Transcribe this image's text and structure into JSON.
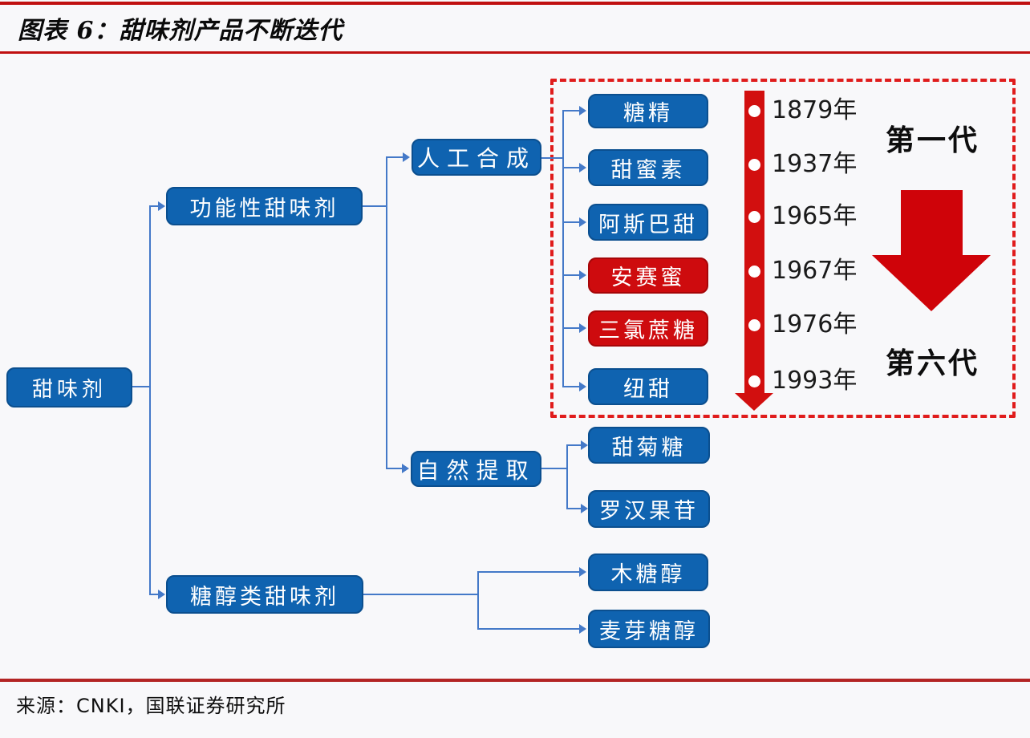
{
  "figure": {
    "title": "图表 6：甜味剂产品不断迭代",
    "source": "来源：CNKI，国联证券研究所"
  },
  "nodes": {
    "root": "甜味剂",
    "functional": "功能性甜味剂",
    "sugar_alcohol": "糖醇类甜味剂",
    "synthetic": "人工合成",
    "natural": "自然提取"
  },
  "synthetic_products": [
    {
      "label": "糖精",
      "year": "1879年",
      "highlight": false
    },
    {
      "label": "甜蜜素",
      "year": "1937年",
      "highlight": false
    },
    {
      "label": "阿斯巴甜",
      "year": "1965年",
      "highlight": false
    },
    {
      "label": "安赛蜜",
      "year": "1967年",
      "highlight": true
    },
    {
      "label": "三氯蔗糖",
      "year": "1976年",
      "highlight": true
    },
    {
      "label": "纽甜",
      "year": "1993年",
      "highlight": false
    }
  ],
  "natural_products": [
    {
      "label": "甜菊糖"
    },
    {
      "label": "罗汉果苷"
    }
  ],
  "sugar_alcohol_products": [
    {
      "label": "木糖醇"
    },
    {
      "label": "麦芽糖醇"
    }
  ],
  "timeline": {
    "generation_start": "第一代",
    "generation_end": "第六代"
  },
  "colors": {
    "background": "#f8f8fa",
    "node_blue": "#0f63b0",
    "highlight_red": "#ce0b0e",
    "timeline_red": "#d20f0f",
    "big_arrow_red": "#cf0309",
    "dashed_border_red": "#e01c1c",
    "connector_blue": "#4479c8",
    "title_rule_red": "#c01010",
    "footer_rule_red": "#b32424",
    "title_text": "#0a0a0a",
    "year_text": "#1a1a1a"
  }
}
